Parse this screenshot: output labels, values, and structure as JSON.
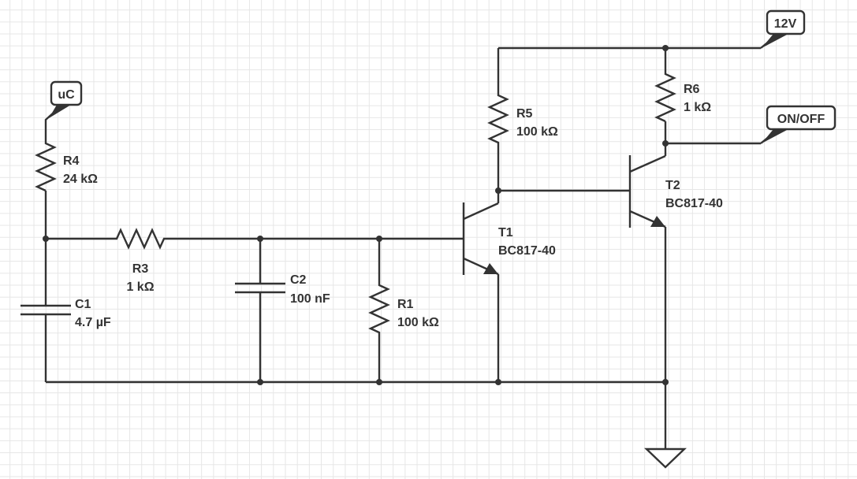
{
  "net_labels": {
    "uc": "uC",
    "vcc": "12V",
    "on_off": "ON/OFF"
  },
  "components": {
    "r1": {
      "name": "R1",
      "value": "100 kΩ"
    },
    "r3": {
      "name": "R3",
      "value": "1 kΩ"
    },
    "r4": {
      "name": "R4",
      "value": "24 kΩ"
    },
    "r5": {
      "name": "R5",
      "value": "100 kΩ"
    },
    "r6": {
      "name": "R6",
      "value": "1 kΩ"
    },
    "c1": {
      "name": "C1",
      "value": "4.7 µF"
    },
    "c2": {
      "name": "C2",
      "value": "100 nF"
    },
    "t1": {
      "name": "T1",
      "value": "BC817-40"
    },
    "t2": {
      "name": "T2",
      "value": "BC817-40"
    }
  },
  "colors": {
    "stroke": "#333333",
    "grid": "#e6e6e6",
    "background": "#ffffff"
  }
}
